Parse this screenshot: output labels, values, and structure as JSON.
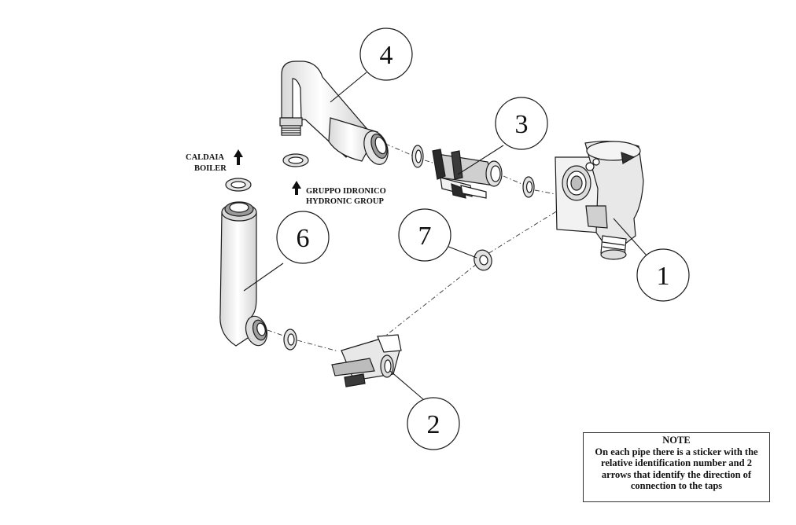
{
  "callouts": {
    "c1": "1",
    "c2": "2",
    "c3": "3",
    "c4": "4",
    "c6": "6",
    "c7": "7"
  },
  "captions": {
    "boiler_it": "CALDAIA",
    "boiler_en": "BOILER",
    "group_it": "GRUPPO IDRONICO",
    "group_en": "HYDRONIC GROUP"
  },
  "note": {
    "title": "NOTE",
    "body": "On each pipe there is a sticker with the relative identification number and 2 arrows that identify the direction of connection to the taps"
  },
  "colors": {
    "line": "#1a1a1a",
    "fill_light": "#f2f2f2",
    "fill_mid": "#cfcfcf",
    "fill_dark": "#2a2a2a"
  }
}
